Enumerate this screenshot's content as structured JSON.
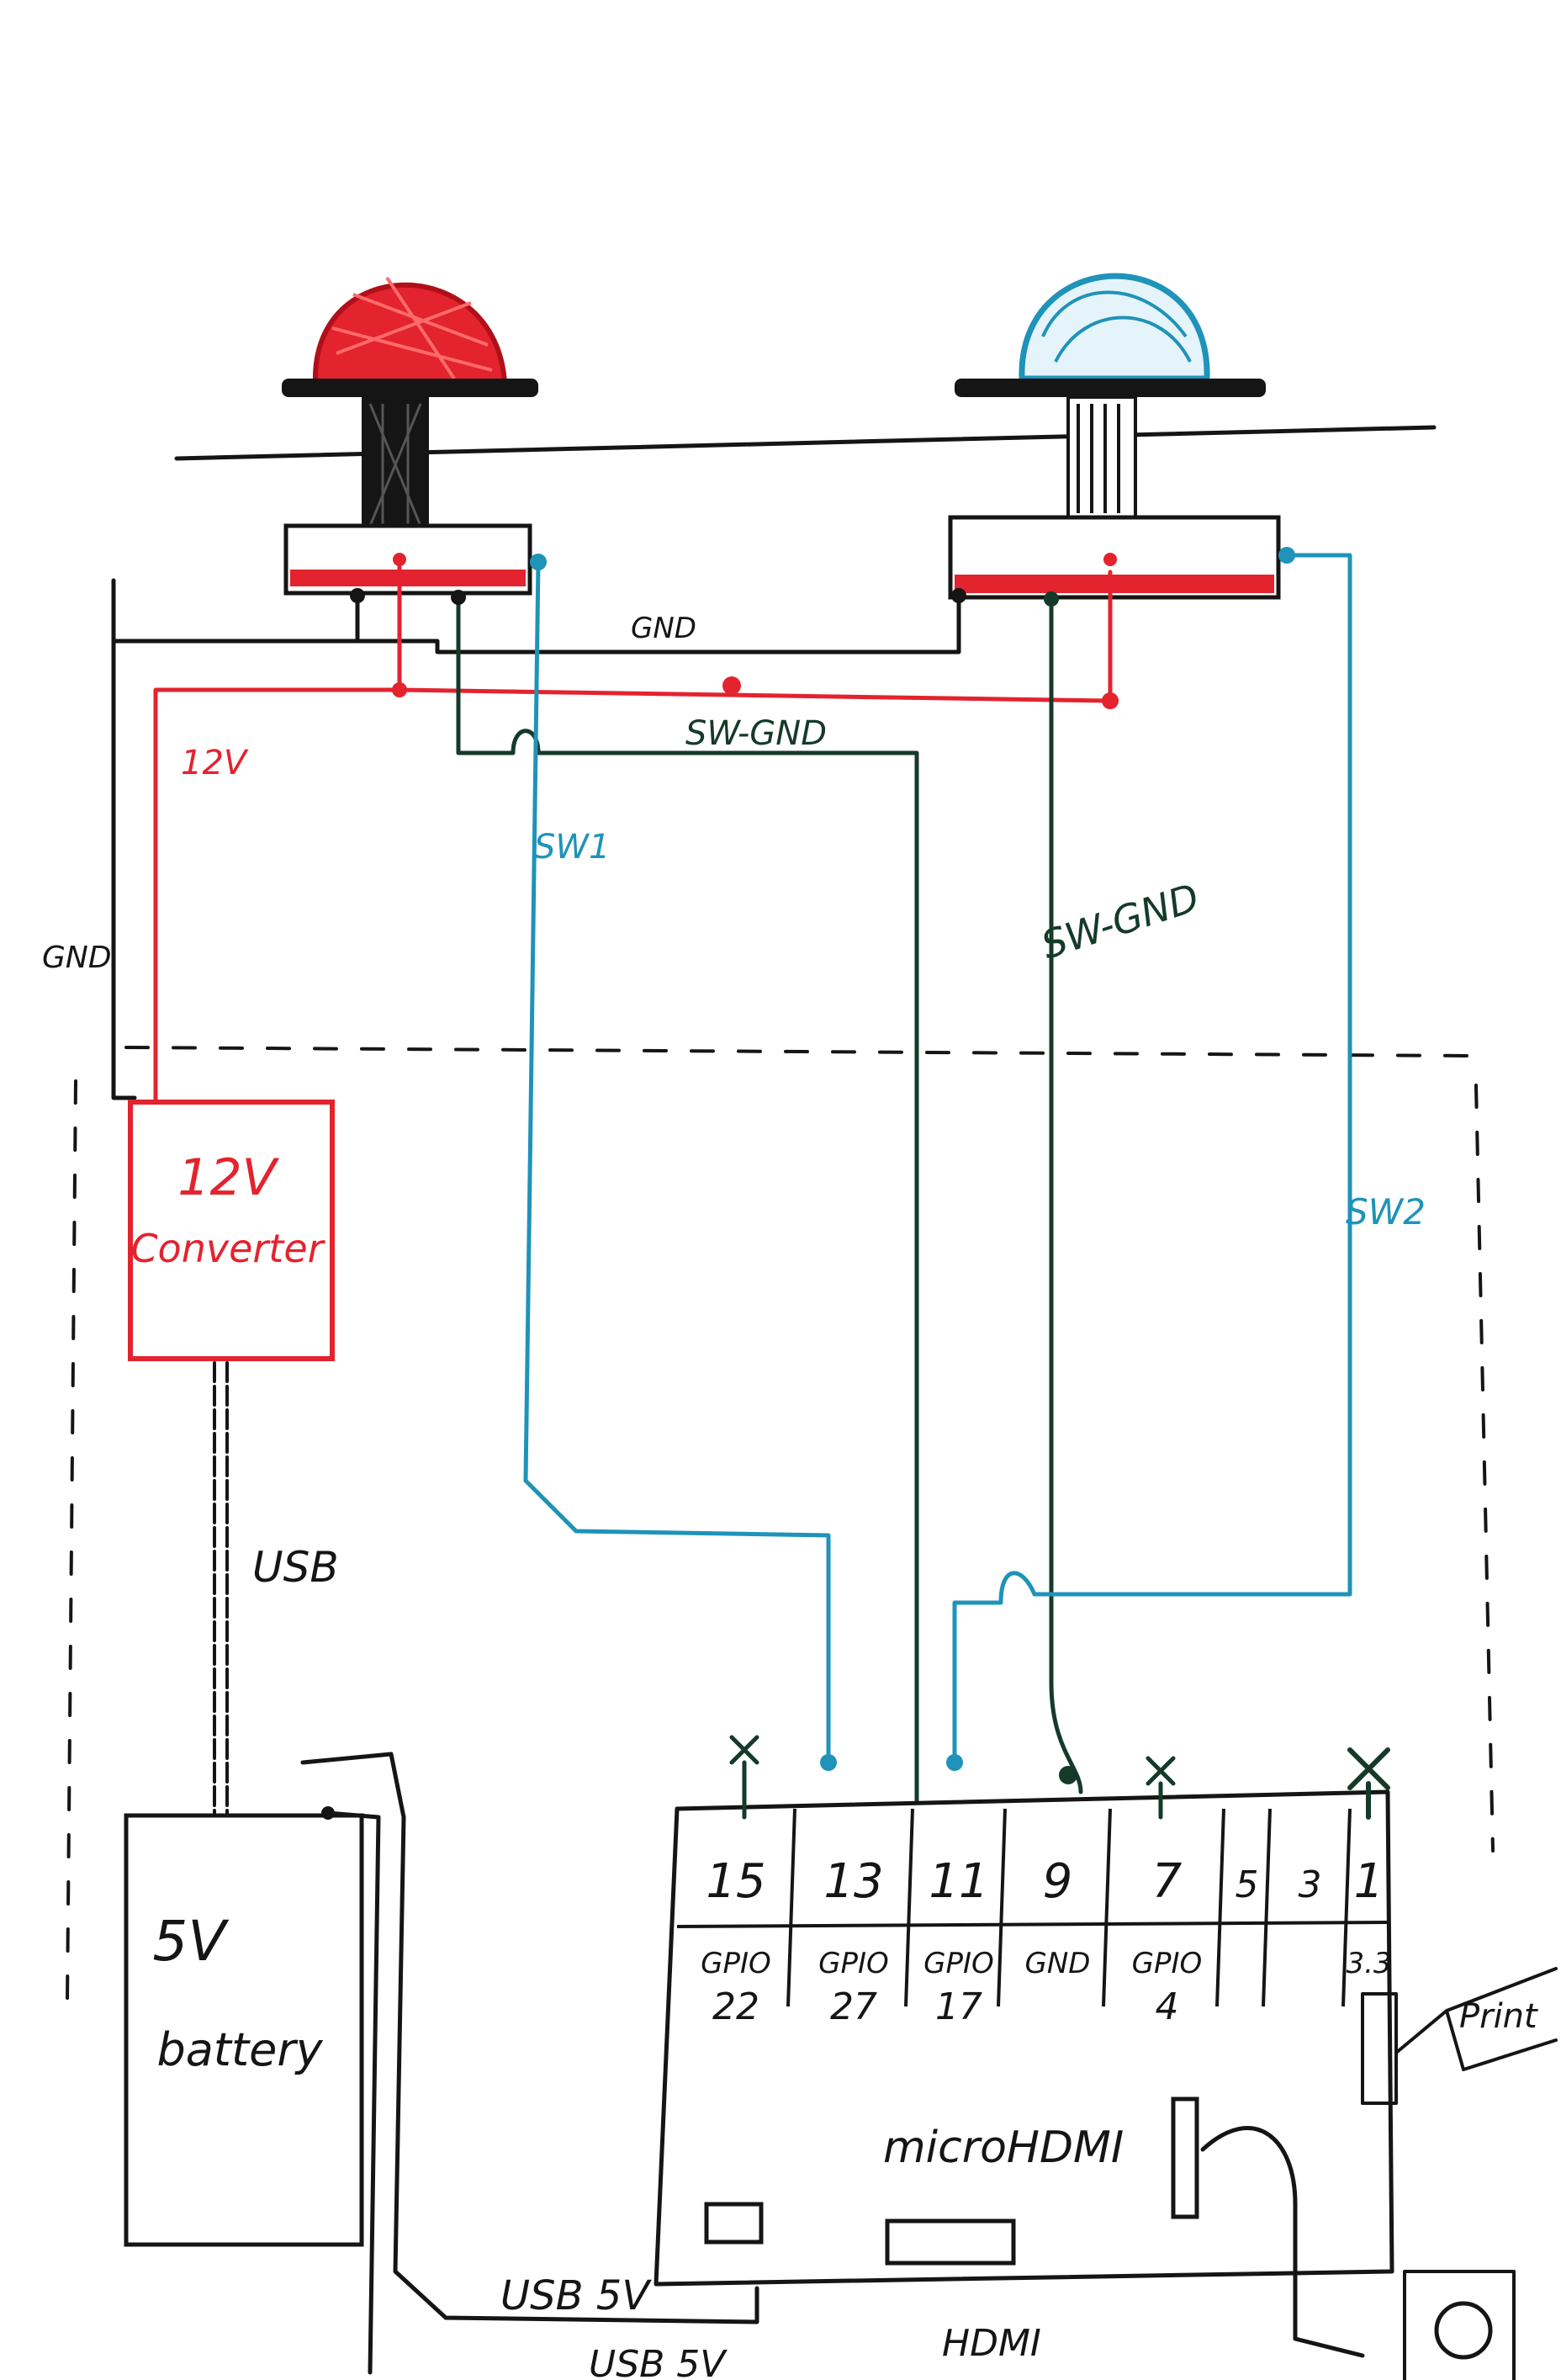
{
  "colors": {
    "ink": "#151515",
    "red": "#e3232e",
    "blue": "#1f93b9",
    "green": "#153a2a",
    "paper": "#ffffff"
  },
  "components": {
    "red_button": {
      "icon": "red-dome-button-icon",
      "color": "red"
    },
    "blue_button": {
      "icon": "blue-dome-button-icon",
      "color": "blue"
    },
    "converter": {
      "line1": "12V",
      "line2": "Converter"
    },
    "battery": {
      "line1": "5V",
      "line2": "battery"
    },
    "board": {
      "micro_hdmi": "microHDMI",
      "hdmi": "HDMI",
      "print": "Print"
    }
  },
  "wire_labels": {
    "gnd_top": "GND",
    "v12": "12V",
    "sw_gnd_top": "SW-GND",
    "sw1": "SW1",
    "sw_gnd_mid": "SW-GND",
    "gnd_left": "GND",
    "sw2": "SW2",
    "usb": "USB",
    "usb5v_1": "USB 5V",
    "usb5v_2": "USB 5V"
  },
  "header_pins": [
    {
      "num": "15",
      "line1": "GPIO",
      "line2": "22"
    },
    {
      "num": "13",
      "line1": "GPIO",
      "line2": "27"
    },
    {
      "num": "11",
      "line1": "GPIO",
      "line2": "17"
    },
    {
      "num": "9",
      "line1": "GND",
      "line2": ""
    },
    {
      "num": "7",
      "line1": "GPIO",
      "line2": "4"
    },
    {
      "num": "5",
      "line1": "",
      "line2": ""
    },
    {
      "num": "3",
      "line1": "",
      "line2": ""
    },
    {
      "num": "1",
      "line1": "3.3",
      "line2": ""
    }
  ]
}
